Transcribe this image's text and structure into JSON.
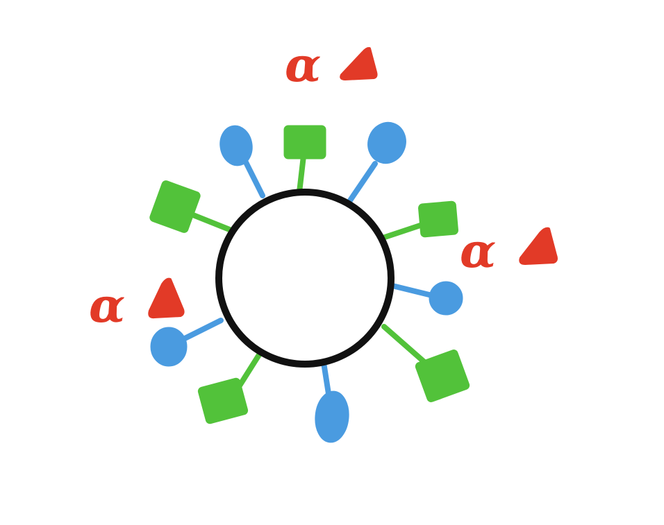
{
  "colors": {
    "background": "#ffffff",
    "membrane": "#111111",
    "receptor_blue": "#4a9be0",
    "receptor_green": "#52c23a",
    "label_red": "#e23a27"
  },
  "membrane": {
    "shape": "circle",
    "fill": "white"
  },
  "receptors": [
    {
      "kind": "round-head",
      "color_key": "receptor_blue"
    },
    {
      "kind": "square-head",
      "color_key": "receptor_green"
    },
    {
      "kind": "round-head",
      "color_key": "receptor_blue"
    },
    {
      "kind": "square-head",
      "color_key": "receptor_green"
    },
    {
      "kind": "round-head",
      "color_key": "receptor_blue"
    },
    {
      "kind": "square-head",
      "color_key": "receptor_green"
    },
    {
      "kind": "round-head",
      "color_key": "receptor_blue"
    },
    {
      "kind": "square-head",
      "color_key": "receptor_green"
    },
    {
      "kind": "round-head",
      "color_key": "receptor_blue"
    },
    {
      "kind": "square-head",
      "color_key": "receptor_green"
    }
  ],
  "labels": [
    {
      "text": "α",
      "icon": "triangle-icon"
    },
    {
      "text": "α",
      "icon": "triangle-icon"
    },
    {
      "text": "α",
      "icon": "triangle-icon"
    }
  ]
}
